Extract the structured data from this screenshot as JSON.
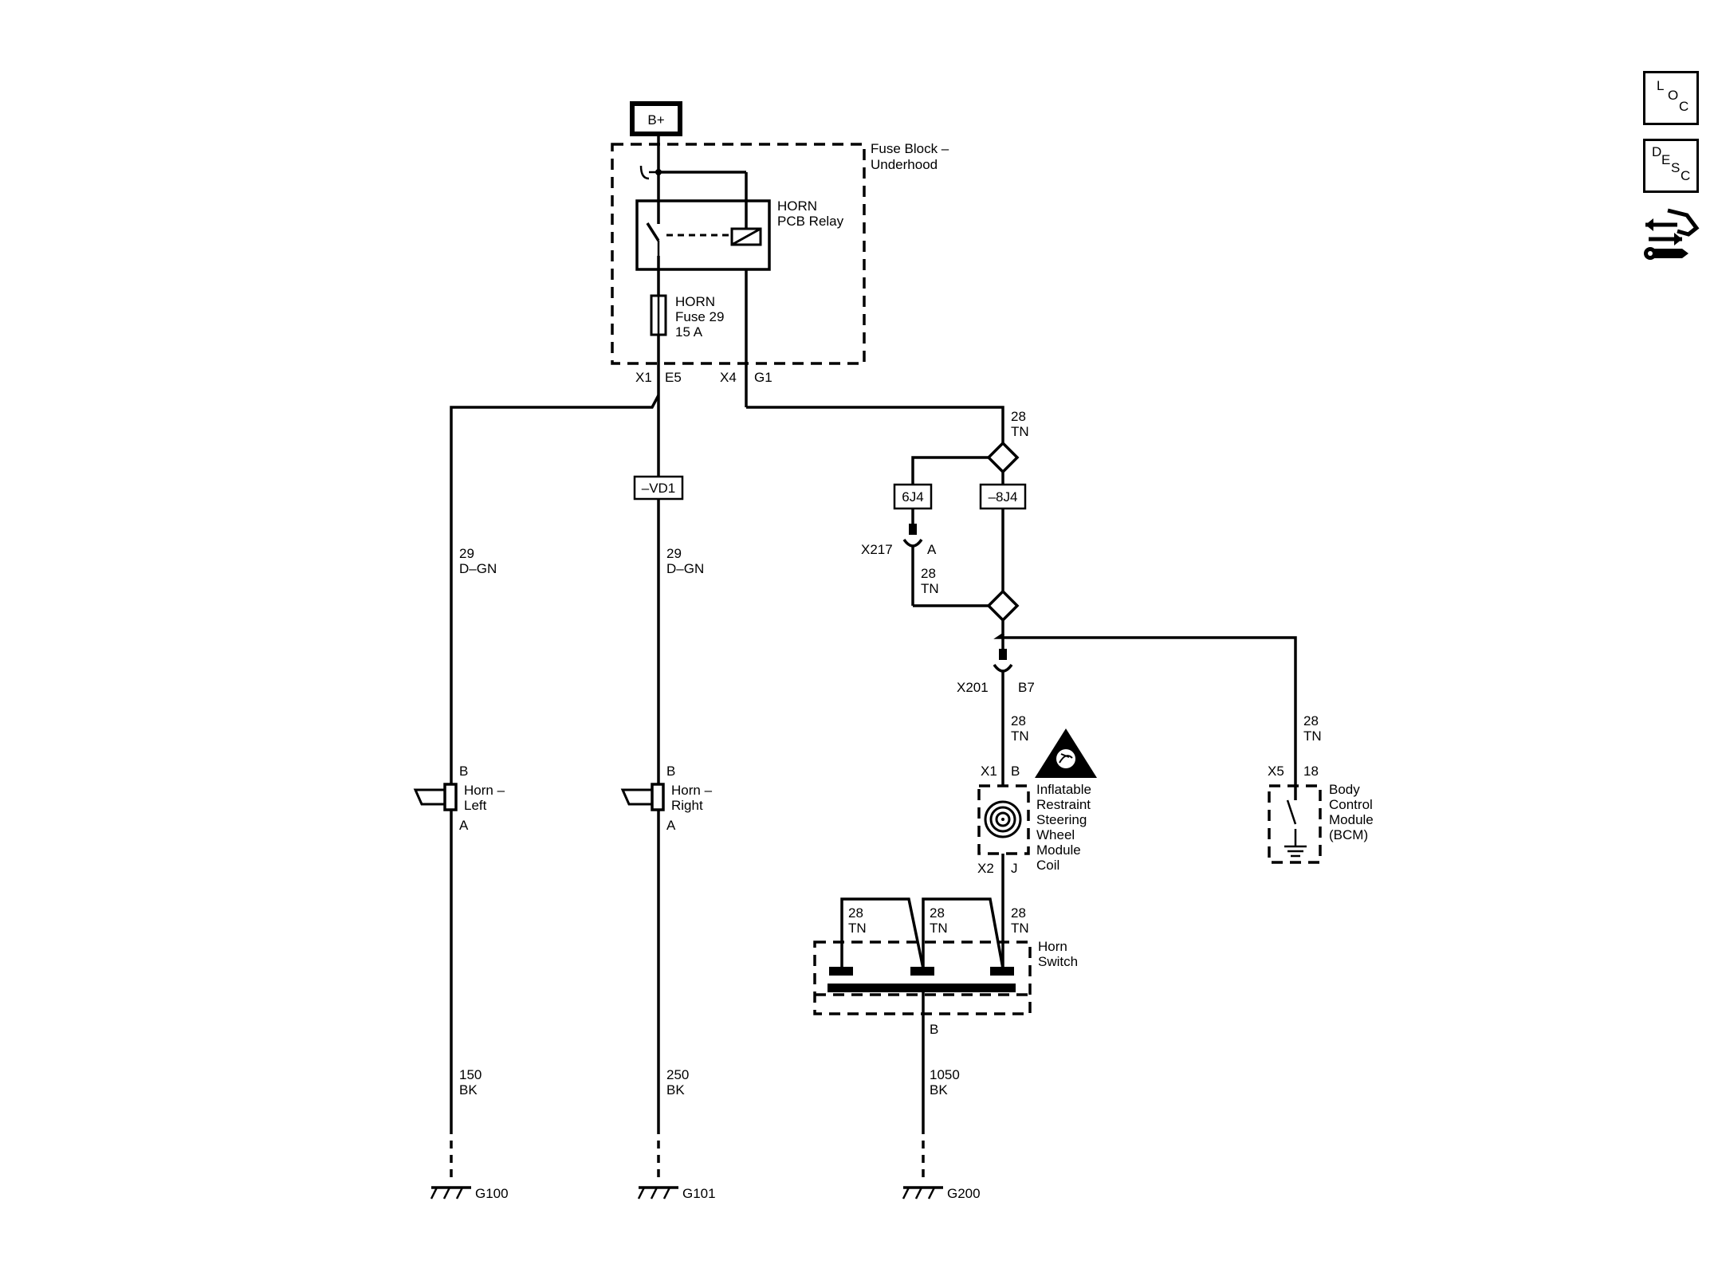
{
  "source": {
    "label": "B+"
  },
  "fuse_block": {
    "title_line1": "Fuse Block –",
    "title_line2": "Underhood"
  },
  "relay": {
    "label_line1": "HORN",
    "label_line2": "PCB Relay"
  },
  "fuse": {
    "label_line1": "HORN",
    "label_line2": "Fuse 29",
    "label_line3": "15 A"
  },
  "connectors": {
    "x1": "X1",
    "e5": "E5",
    "x4": "X4",
    "g1": "G1",
    "x217": "X217",
    "x217_pin": "A",
    "x201": "X201",
    "x201_pin": "B7",
    "coil_x1": "X1",
    "coil_x1_pin": "B",
    "coil_x2": "X2",
    "coil_x2_pin": "J",
    "bcm_x5": "X5",
    "bcm_pin": "18",
    "switch_pin": "B"
  },
  "splices": {
    "vd1": "–VD1",
    "j4a": "6J4",
    "j4b": "–8J4"
  },
  "wires": {
    "left": {
      "circuit": "29",
      "color": "D–GN"
    },
    "right": {
      "circuit": "29",
      "color": "D–GN"
    },
    "main_tn": {
      "circuit": "28",
      "color": "TN"
    },
    "x217_tn": {
      "circuit": "28",
      "color": "TN"
    },
    "coil_tn": {
      "circuit": "28",
      "color": "TN"
    },
    "bcm_tn": {
      "circuit": "28",
      "color": "TN"
    },
    "sw1": {
      "circuit": "28",
      "color": "TN"
    },
    "sw2": {
      "circuit": "28",
      "color": "TN"
    },
    "sw3": {
      "circuit": "28",
      "color": "TN"
    },
    "gnd_left": {
      "circuit": "150",
      "color": "BK"
    },
    "gnd_right": {
      "circuit": "250",
      "color": "BK"
    },
    "gnd_switch": {
      "circuit": "1050",
      "color": "BK"
    }
  },
  "horn_left": {
    "pin_b": "B",
    "pin_a": "A",
    "name_line1": "Horn –",
    "name_line2": "Left"
  },
  "horn_right": {
    "pin_b": "B",
    "pin_a": "A",
    "name_line1": "Horn –",
    "name_line2": "Right"
  },
  "coil": {
    "lines": [
      "Inflatable",
      "Restraint",
      "Steering",
      "Wheel",
      "Module",
      "Coil"
    ]
  },
  "bcm": {
    "lines": [
      "Body",
      "Control",
      "Module",
      "(BCM)"
    ]
  },
  "horn_switch": {
    "name_line1": "Horn",
    "name_line2": "Switch"
  },
  "grounds": {
    "g100": "G100",
    "g101": "G101",
    "g200": "G200"
  },
  "nav": {
    "loc": {
      "l1": "L",
      "l2": "O",
      "l3": "C"
    },
    "desc": {
      "l1": "D",
      "l2": "E",
      "l3": "S",
      "l4": "C"
    },
    "connector_icon": "connector-tool-icon"
  }
}
